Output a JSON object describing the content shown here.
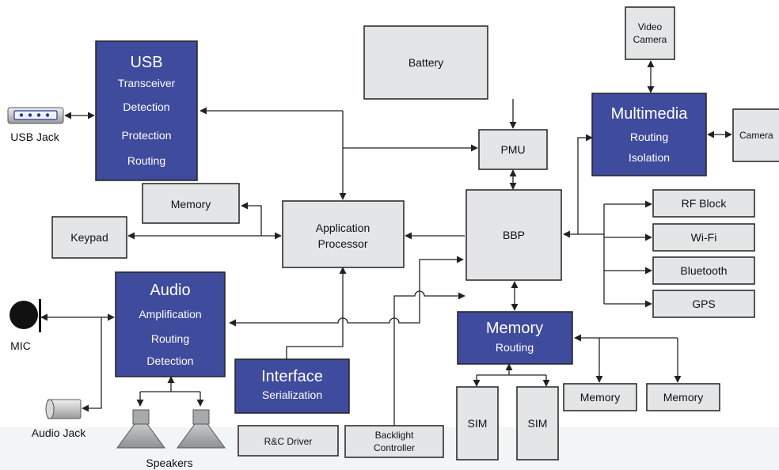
{
  "blocks": {
    "usb": {
      "title": "USB",
      "lines": [
        "Transceiver",
        "Detection",
        "Protection",
        "Routing"
      ]
    },
    "battery": "Battery",
    "video_camera": [
      "Video",
      "Camera"
    ],
    "multimedia": {
      "title": "Multimedia",
      "lines": [
        "Routing",
        "Isolation"
      ]
    },
    "camera": "Camera",
    "pmu": "PMU",
    "memory_top": "Memory",
    "keypad": "Keypad",
    "app_processor": [
      "Application",
      "Processor"
    ],
    "bbp": "BBP",
    "rf_block": "RF Block",
    "wifi": "Wi-Fi",
    "bluetooth": "Bluetooth",
    "gps": "GPS",
    "audio": {
      "title": "Audio",
      "lines": [
        "Amplification",
        "Routing",
        "Detection"
      ]
    },
    "memory_routing": {
      "title": "Memory",
      "lines": [
        "Routing"
      ]
    },
    "interface": {
      "title": "Interface",
      "lines": [
        "Serialization"
      ]
    },
    "rc_driver": "R&C Driver",
    "backlight": [
      "Backlight",
      "Controller"
    ],
    "sim1": "SIM",
    "sim2": "SIM",
    "memory_b1": "Memory",
    "memory_b2": "Memory"
  },
  "peripherals": {
    "usb_jack": "USB Jack",
    "mic": "MIC",
    "audio_jack": "Audio Jack",
    "speakers": "Speakers"
  },
  "colors": {
    "block_blue": "#3f4b9c",
    "block_gray": "#e4e5e6",
    "line": "#222222"
  }
}
